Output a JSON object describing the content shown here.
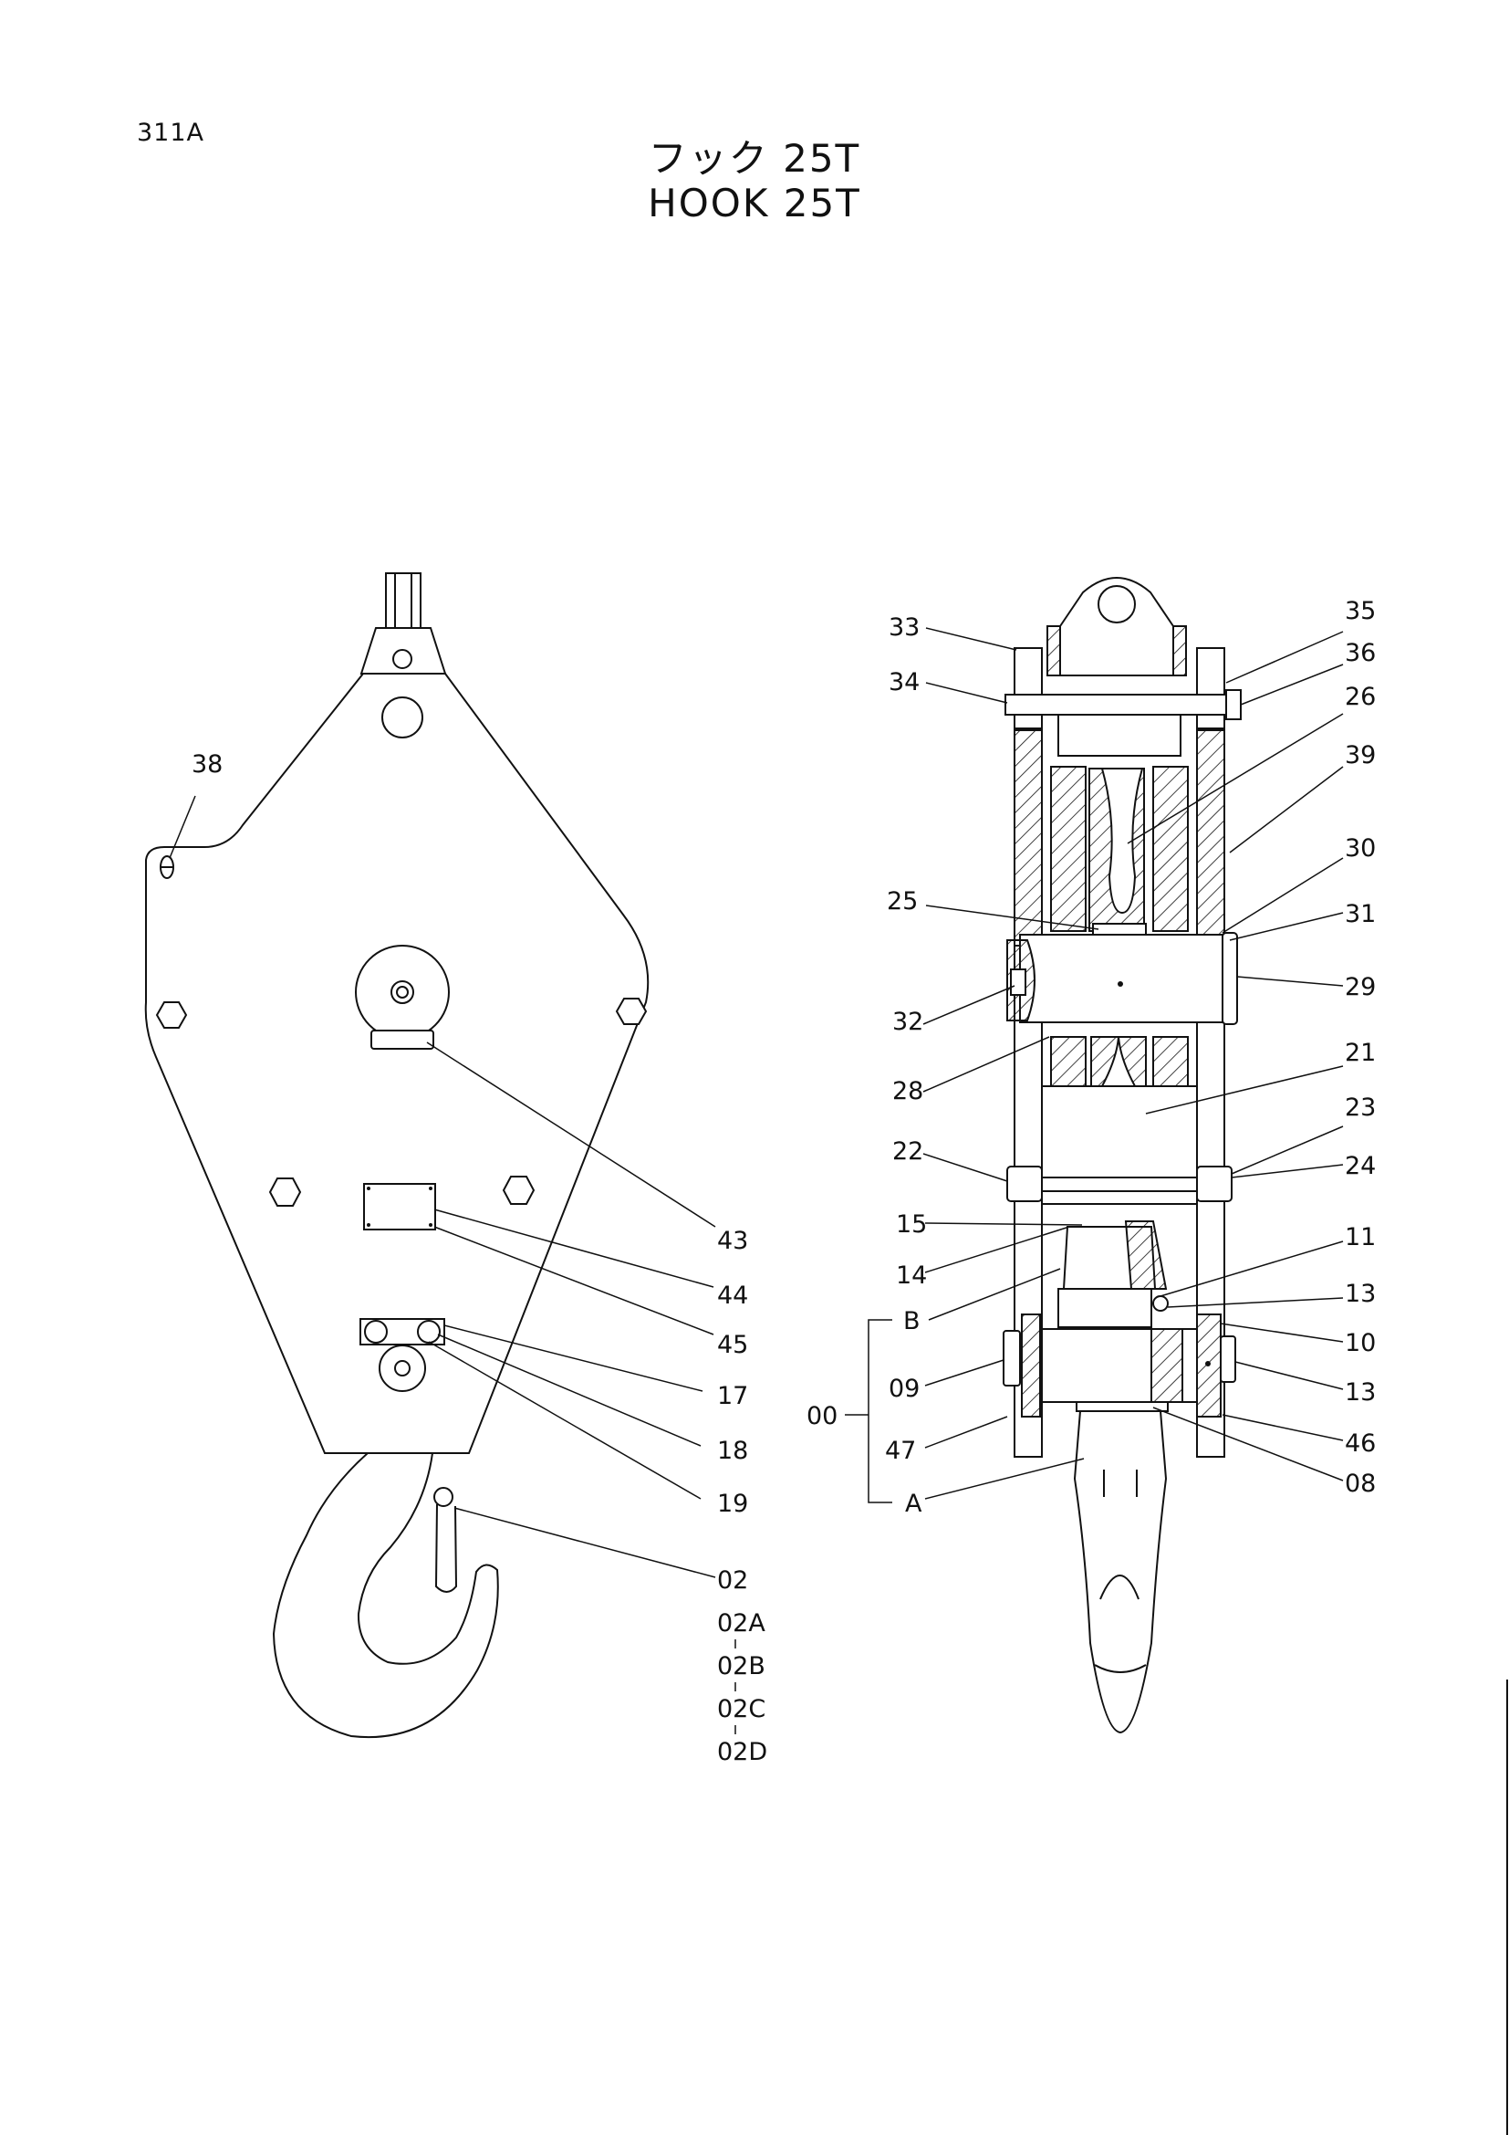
{
  "page_number": "311A",
  "title_jp": "フック 25T",
  "title_en": "HOOK 25T",
  "callouts_front": [
    "38",
    "43",
    "44",
    "45",
    "17",
    "18",
    "19",
    "02"
  ],
  "variants": [
    "02A",
    "02B",
    "02C",
    "02D"
  ],
  "callouts_side_right": [
    "35",
    "36",
    "26",
    "39",
    "30",
    "31",
    "29",
    "21",
    "23",
    "24",
    "11",
    "13",
    "10",
    "13",
    "46",
    "08"
  ],
  "callouts_side_left": [
    "33",
    "34",
    "25",
    "32",
    "28",
    "22",
    "15",
    "14",
    "B",
    "09",
    "00",
    "47",
    "A"
  ]
}
